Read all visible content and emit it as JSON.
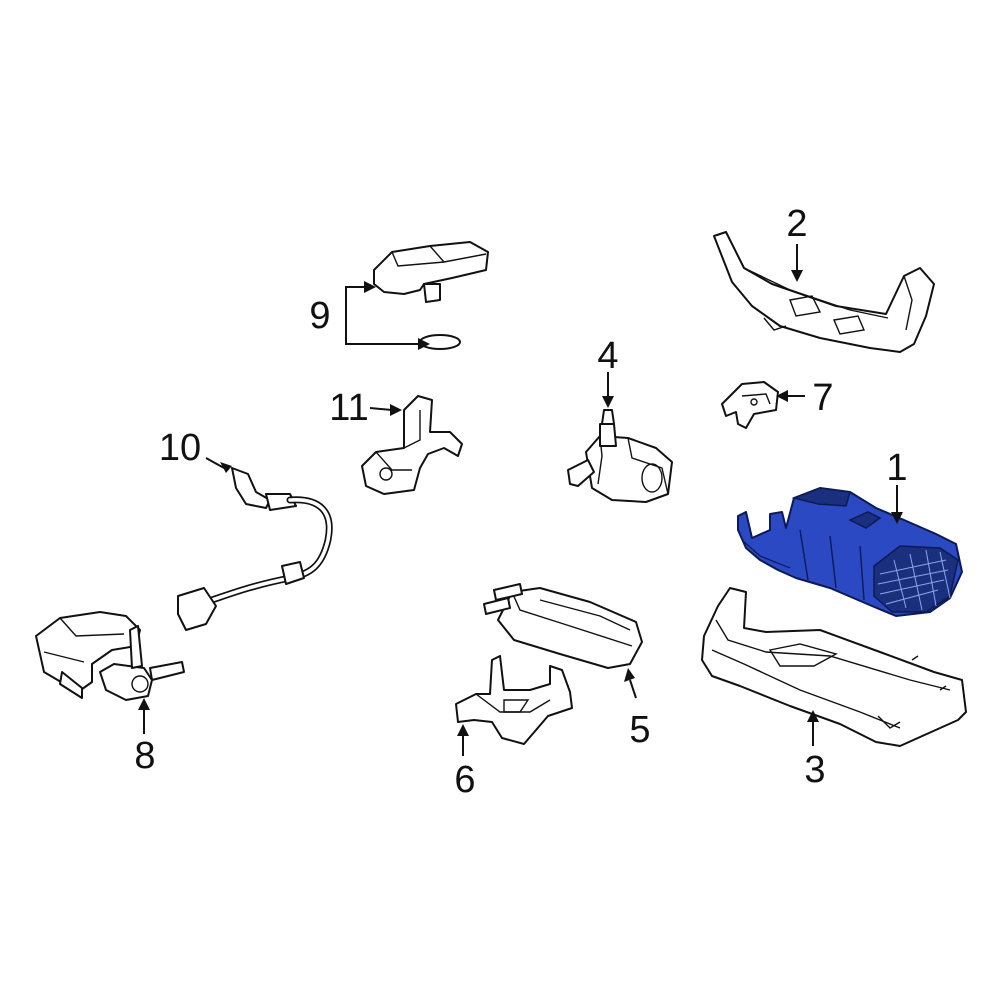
{
  "callouts": {
    "c1": "1",
    "c2": "2",
    "c3": "3",
    "c4": "4",
    "c5": "5",
    "c6": "6",
    "c7": "7",
    "c8": "8",
    "c9": "9",
    "c10": "10",
    "c11": "11"
  },
  "highlight_color": "#2a49c2",
  "highlighted_part": "1"
}
